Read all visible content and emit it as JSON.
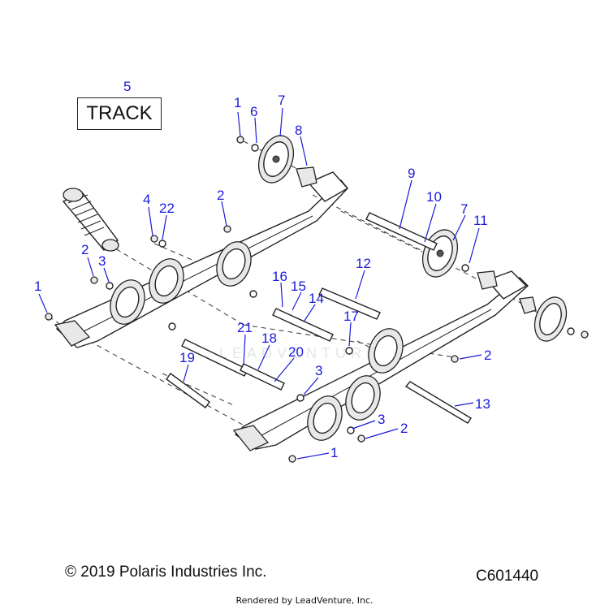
{
  "title_box": "TRACK",
  "copyright": "© 2019 Polaris Industries Inc.",
  "diagram_code": "C601440",
  "rendered_by": "Rendered by LeadVenture, Inc.",
  "watermark": "LEADVENTURE",
  "callout_color": "#1a1adc",
  "callouts": [
    "5",
    "1",
    "6",
    "7",
    "8",
    "9",
    "10",
    "7",
    "11",
    "4",
    "22",
    "2",
    "2",
    "3",
    "1",
    "12",
    "16",
    "15",
    "14",
    "17",
    "21",
    "18",
    "20",
    "19",
    "3",
    "2",
    "13",
    "3",
    "2",
    "1"
  ]
}
